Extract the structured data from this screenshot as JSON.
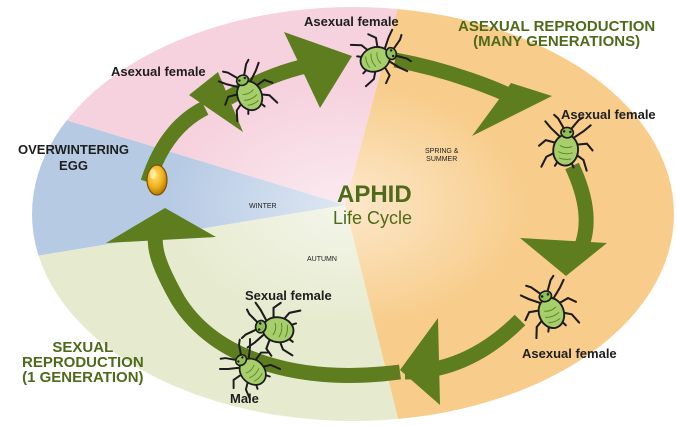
{
  "diagram": {
    "title": "APHID",
    "subtitle": "Life Cycle",
    "sections": {
      "asexual": {
        "line1": "ASEXUAL REPRODUCTION",
        "line2": "(MANY GENERATIONS)"
      },
      "sexual": {
        "line1": "SEXUAL",
        "line2": "REPRODUCTION",
        "line3": "(1 GENERATION)"
      },
      "overwintering": {
        "line1": "OVERWINTERING",
        "line2": "EGG"
      }
    },
    "seasons": {
      "spring_summer_line1": "SPRING &",
      "spring_summer_line2": "SUMMER",
      "winter": "WINTER",
      "autumn": "AUTUMN"
    },
    "stages": {
      "asexual_1": "Asexual female",
      "asexual_2": "Asexual female",
      "asexual_3": "Asexual female",
      "asexual_4": "Asexual female",
      "sexual_female": "Sexual female",
      "male": "Male"
    },
    "colors": {
      "spring_pink": "#f6d2de",
      "summer_orange": "#f8cd8c",
      "winter_blue": "#b6cae4",
      "autumn_green": "#e6ebcf",
      "arrow_green": "#5e7d1e",
      "title_green": "#4f6a1a",
      "aphid_body": "#a6cf6c",
      "egg_gold": "#efb31c"
    },
    "icons": [
      "aphid-icon",
      "egg-icon",
      "arrow-icon"
    ]
  }
}
